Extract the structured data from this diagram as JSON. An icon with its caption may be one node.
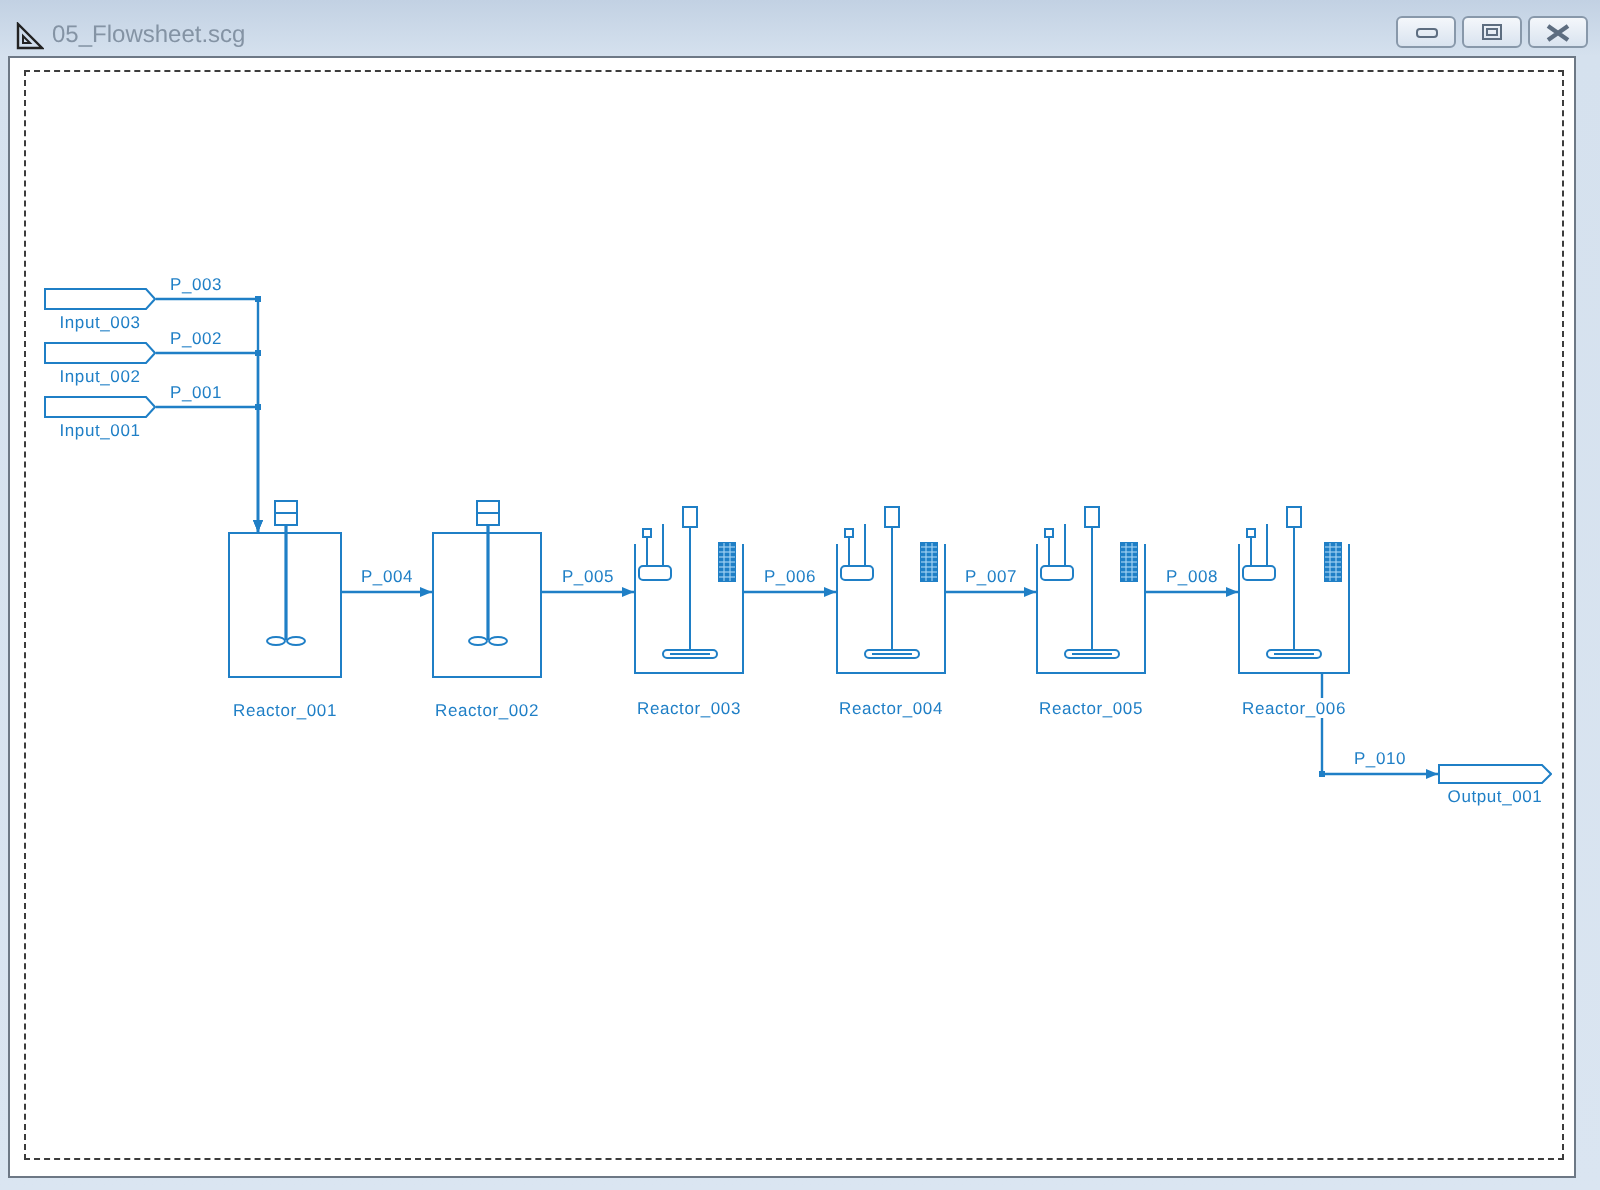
{
  "diagram": {
    "title": "05_Flowsheet.scg",
    "nodes": [
      {
        "text": [
          "Input_003"
        ]
      },
      {
        "text": [
          "Input_002"
        ]
      },
      {
        "text": [
          "Input_001"
        ]
      },
      {
        "text": [
          "Reactor_001"
        ]
      },
      {
        "text": [
          "Reactor_002"
        ]
      },
      {
        "text": [
          "Reactor_003"
        ]
      },
      {
        "text": [
          "Reactor_004"
        ]
      },
      {
        "text": [
          "Reactor_005"
        ]
      },
      {
        "text": [
          "Reactor_006"
        ]
      },
      {
        "text": [
          "Output_001"
        ]
      }
    ],
    "edges": [
      {
        "from": 0,
        "to": 3,
        "arrow": "to",
        "label": "P_003"
      },
      {
        "from": 1,
        "to": 3,
        "arrow": "to",
        "label": "P_002"
      },
      {
        "from": 2,
        "to": 3,
        "arrow": "to",
        "label": "P_001"
      },
      {
        "from": 3,
        "to": 4,
        "arrow": "to",
        "label": "P_004"
      },
      {
        "from": 4,
        "to": 5,
        "arrow": "to",
        "label": "P_005"
      },
      {
        "from": 5,
        "to": 6,
        "arrow": "to",
        "label": "P_006"
      },
      {
        "from": 6,
        "to": 7,
        "arrow": "to",
        "label": "P_007"
      },
      {
        "from": 7,
        "to": 8,
        "arrow": "to",
        "label": "P_008"
      },
      {
        "from": 8,
        "to": 9,
        "arrow": "to",
        "label": "P_010"
      }
    ]
  }
}
